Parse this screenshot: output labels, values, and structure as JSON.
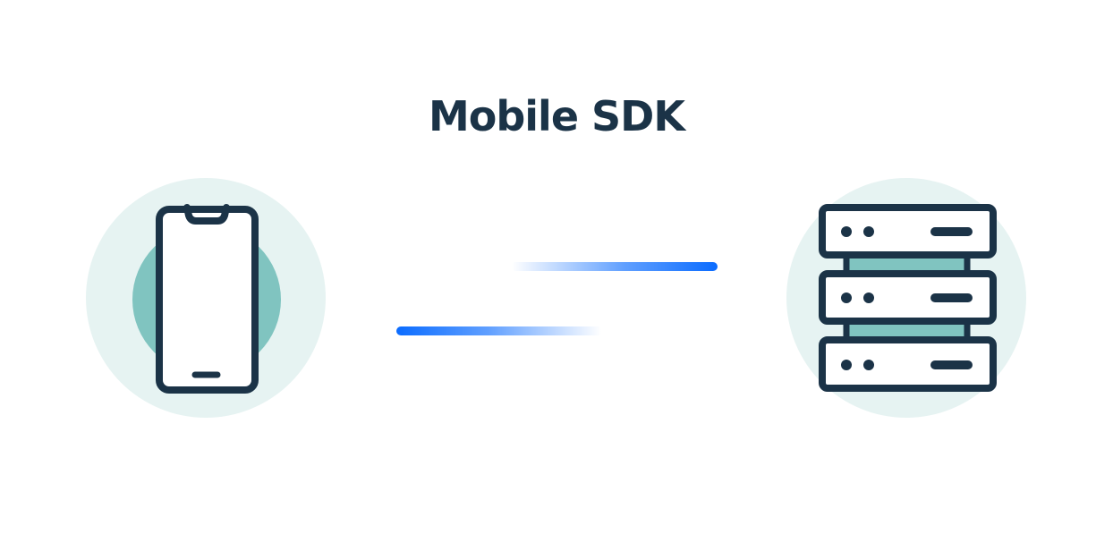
{
  "diagram": {
    "title": "Mobile SDK"
  },
  "colors": {
    "navy": "#1b3347",
    "circle_light": "#e6f3f2",
    "teal": "#80c4c0",
    "arrow_blue": "#0b6cff",
    "white": "#ffffff"
  },
  "nodes": [
    {
      "id": "phone",
      "icon": "smartphone-icon"
    },
    {
      "id": "server",
      "icon": "server-stack-icon"
    }
  ],
  "connections": [
    {
      "from": "phone",
      "to": "server",
      "direction": "request"
    },
    {
      "from": "server",
      "to": "phone",
      "direction": "response"
    }
  ]
}
